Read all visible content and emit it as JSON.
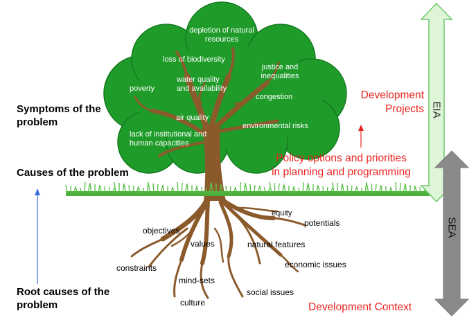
{
  "colors": {
    "canopy": "#1f9b2a",
    "canopy_edge": "#167a20",
    "trunk": "#8b5a2b",
    "grass": "#4caf3a",
    "red_text": "#e8231f",
    "blue_arrow": "#3a6fd8",
    "eia_arrow_fill": "#dff5d8",
    "eia_arrow_edge": "#6cc96a",
    "sea_arrow": "#8a8a8a"
  },
  "tree": {
    "canopy_labels": {
      "depletion": "depletion of natural\nresources",
      "biodiversity": "loss of biodiversity",
      "justice": "justice and\ninequalities",
      "water": "water quality\nand availability",
      "poverty": "poverty",
      "congestion": "congestion",
      "air": "air quality",
      "env_risks": "environmental risks",
      "capacities": "lack of institutional and\nhuman capacities"
    },
    "root_labels": {
      "equity": "equity",
      "potentials": "potentials",
      "objectives": "objectives",
      "values": "values",
      "natural_features": "natural features",
      "constraints": "constraints",
      "economic": "economic issues",
      "mindsets": "mind-sets",
      "social": "social issues",
      "culture": "culture"
    }
  },
  "left": {
    "symptoms": "Symptoms of the\nproblem",
    "causes": "Causes of the problem",
    "root_causes": "Root causes of the\nproblem"
  },
  "right": {
    "dev_projects": "Development\nProjects",
    "policy": "Policy options and priorities\nin planning and programming",
    "dev_context": "Development Context",
    "eia": "EIA",
    "sea": "SEA"
  }
}
